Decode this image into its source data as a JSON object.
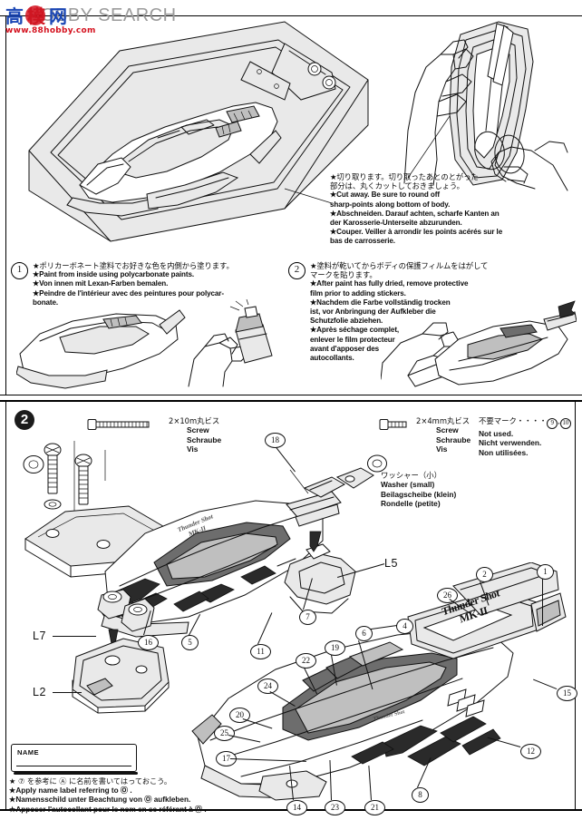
{
  "watermark": {
    "text_latin": "HOBBY SEARCH",
    "cjk_1": "高",
    "cjk_2": "模",
    "cjk_3": "网",
    "domain": "www.88hobby.com"
  },
  "section_top": {
    "cut_callout": {
      "jp": "★切り取ります。切り取ったあとのとがった\n部分は、丸くカットしておきましょう。",
      "en": "★Cut away. Be sure to round off\nsharp-points along bottom of body.",
      "de": "★Abschneiden. Darauf achten, scharfe Kanten an\nder Karosserie-Unterseite abzurunden.",
      "fr": "★Couper. Veiller à arrondir les points acérés sur le\nbas de carrosserie."
    },
    "step1": {
      "number": "1",
      "jp": "★ポリカーボネート塗料でお好きな色を内側から塗ります。",
      "en": "★Paint from inside using polycarbonate paints.",
      "de": "★Von innen mit Lexan-Farben bemalen.",
      "fr": "★Peindre de l'intérieur avec des peintures pour polycar-\nbonate."
    },
    "step2": {
      "number": "2",
      "jp": "★塗料が乾いてからボディの保護フィルムをはがして\nマークを貼ります。",
      "en": "★After paint has fully dried, remove protective\nfilm prior to adding stickers.",
      "de": "★Nachdem die Farbe vollständig trocken\nist, vor Anbringung der Aufkleber die\nSchutzfolie abziehen.",
      "fr": "★Après séchage complet,\nenlever le film protecteur\navant d'apposer des\nautocollants."
    }
  },
  "section_bottom": {
    "badge": "2",
    "screw_long": {
      "size": "2×10m丸ビス",
      "en": "Screw",
      "de": "Schraube",
      "fr": "Vis"
    },
    "screw_short": {
      "size": "2×4mm丸ビス",
      "en": "Screw",
      "de": "Schraube",
      "fr": "Vis"
    },
    "washer": {
      "jp": "ワッシャー（小）",
      "en": "Washer (small)",
      "de": "Beilagscheibe (klein)",
      "fr": "Rondelle (petite)"
    },
    "not_used": {
      "jp": "不要マーク・・・・",
      "refs": [
        "9",
        "10"
      ],
      "en": "Not used.",
      "de": "Nicht verwenden.",
      "fr": "Non utilisées."
    },
    "sprue_labels": [
      "L7",
      "L2",
      "L5"
    ],
    "decal_text_line1": "Thunder Shot",
    "decal_text_line2": "MK-II",
    "part_numbers": [
      "18",
      "1",
      "2",
      "4",
      "5",
      "6",
      "7",
      "8",
      "11",
      "12",
      "14",
      "15",
      "16",
      "17",
      "19",
      "20",
      "21",
      "22",
      "23",
      "24",
      "25",
      "26"
    ]
  },
  "name_plate": {
    "label": "NAME",
    "jp": "★ ⑦ を参考に Ⓐ に名前を書いてはっておこう。",
    "en": "★Apply name label referring to Ⓞ .",
    "de": "★Namensschild unter Beachtung von Ⓞ aufkleben.",
    "fr": "★Apposer l'autocollant pour le nom en se référant à Ⓞ ."
  },
  "colors": {
    "ink": "#111111",
    "shade_light": "#e9e9e9",
    "shade_mid": "#bfbfbf",
    "shade_dark": "#6d6d6d",
    "watermark_red": "#d4121f",
    "watermark_blue": "#1a46b5",
    "watermark_gray": "#9b9b9b"
  }
}
